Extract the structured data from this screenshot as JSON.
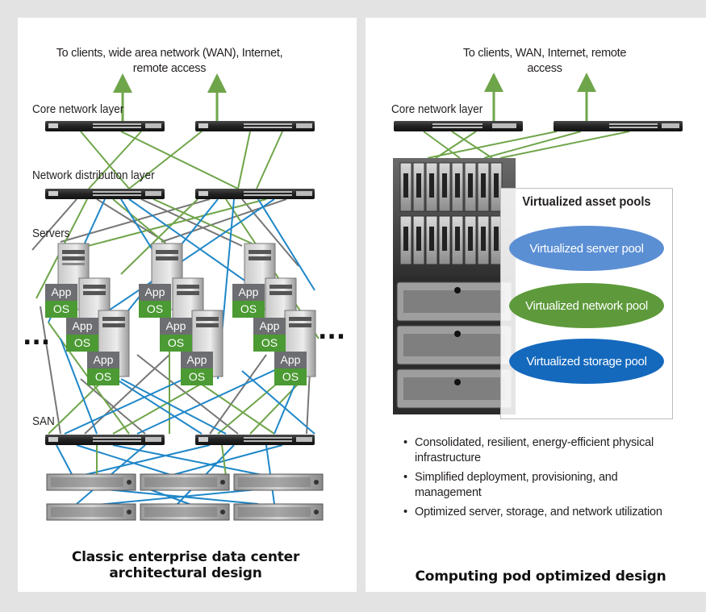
{
  "left": {
    "top_label": "To clients, wide area network (WAN), Internet, remote access",
    "core_label": "Core network layer",
    "distribution_label": "Network distribution layer",
    "servers_label": "Servers",
    "san_label": "SAN",
    "app_label": "App",
    "os_label": "OS",
    "ellipsis": "...",
    "caption_line1": "Classic enterprise data center",
    "caption_line2": "architectural design"
  },
  "right": {
    "top_label": "To clients, WAN, Internet, remote access",
    "core_label": "Core network layer",
    "pool_title": "Virtualized asset pools",
    "pools": [
      {
        "label": "Virtualized server pool",
        "color": "#5b8fd4"
      },
      {
        "label": "Virtualized network pool",
        "color": "#5e9a3b"
      },
      {
        "label": "Virtualized storage pool",
        "color": "#1469bd"
      }
    ],
    "bullets": [
      "Consolidated, resilient, energy-efficient physical infrastructure",
      "Simplified deployment, provisioning, and management",
      "Optimized server, storage, and network utilization"
    ],
    "caption": "Computing pod optimized design"
  },
  "colors": {
    "green_line": "#6fa54a",
    "blue_line": "#1f87c8",
    "gray_line": "#666666",
    "app_box": "#6d6e71",
    "os_box": "#4b9a33",
    "background": "#e3e3e3"
  }
}
